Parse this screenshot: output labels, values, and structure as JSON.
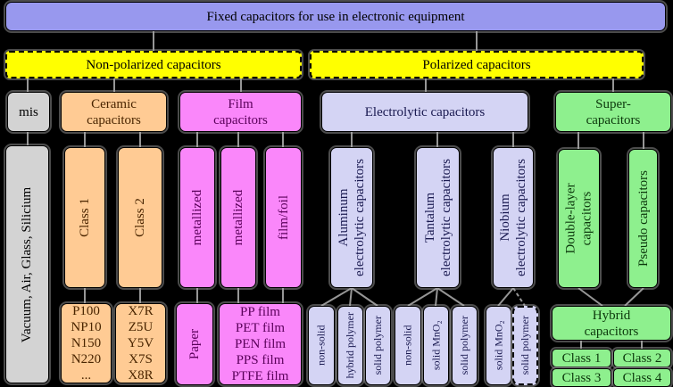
{
  "palette": {
    "background": "#000000",
    "blue": "#9898ee",
    "yellow": "#ffff00",
    "gray": "#d3d3d3",
    "orange": "#ffcb94",
    "pink": "#fa87fa",
    "lavender": "#d4d4f4",
    "green": "#8ef08e",
    "line": "#969696",
    "ink_orange": "#4a2500",
    "ink_pink": "#5a005a",
    "ink_lavender": "#191950",
    "ink_green": "#0c380c"
  },
  "root": {
    "title": "Fixed capacitors for use in electronic equipment"
  },
  "branches": {
    "non_polarized": "Non-polarized capacitors",
    "polarized": "Polarized capacitors"
  },
  "families": {
    "mis": {
      "label": "mis",
      "materials": "Vacuum, Air, Glass, Silicium"
    },
    "ceramic": {
      "label": "Ceramic\ncapacitors",
      "class1": "Class 1",
      "class2": "Class 2",
      "class1_types": "P100\nNP10\nN150\nN220\n...",
      "class2_types": "X7R\nZ5U\nY5V\nX7S\nX8R"
    },
    "film": {
      "label": "Film\ncapacitors",
      "col1": "metallized",
      "col2": "metallized",
      "col3": "film/foil",
      "paper": "Paper",
      "film_types": "PP film\nPET film\nPEN film\nPPS film\nPTFE film"
    },
    "electrolytic": {
      "label": "Electrolytic capacitors",
      "aluminum": {
        "label": "Aluminum\nelectrolytic capacitors",
        "types": [
          "non-solid",
          "hybrid polymer",
          "solid polymer"
        ]
      },
      "tantalum": {
        "label": "Tantalum\nelectrolytic capacitors",
        "types": [
          "non-solid",
          "solid MnO₂",
          "solid polymer"
        ]
      },
      "niobium": {
        "label": "Niobium\nelectrolytic capacitors",
        "types": [
          "solid MnO₂",
          "solid polymer"
        ]
      }
    },
    "super": {
      "label": "Super-\ncapacitors",
      "double_layer": "Double-layer\ncapacitors",
      "pseudo": "Pseudo capacitors",
      "hybrid": "Hybrid\ncapacitors",
      "classes": [
        "Class 1",
        "Class 2",
        "Class 3",
        "Class 4"
      ]
    }
  }
}
